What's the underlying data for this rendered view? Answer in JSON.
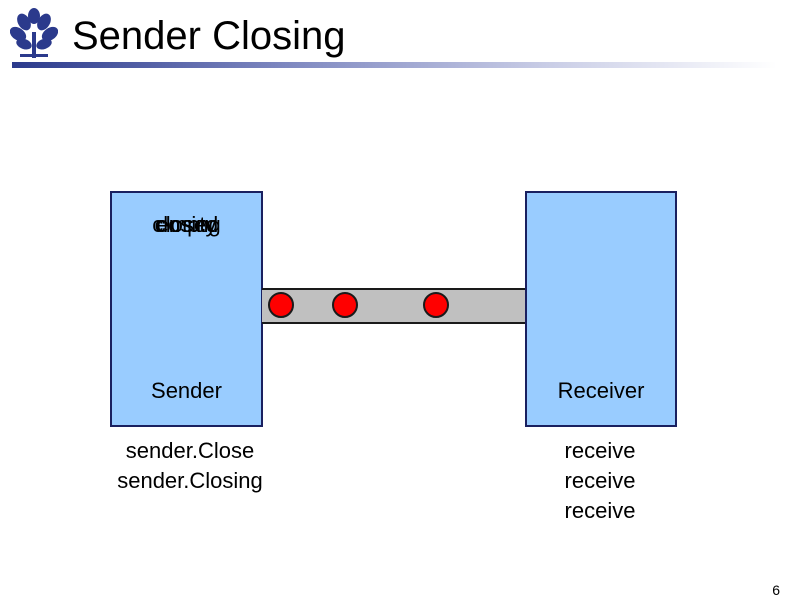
{
  "slide": {
    "title": "Sender Closing",
    "page_number": "6"
  },
  "sender": {
    "label": "Sender",
    "status_overlay": [
      "empty",
      "closed",
      "closing"
    ],
    "calls": [
      "sender.Close",
      "sender.Closing"
    ]
  },
  "receiver": {
    "label": "Receiver",
    "calls": [
      "receive",
      "receive",
      "receive"
    ]
  },
  "channel": {
    "message_count": 3
  },
  "colors": {
    "box_fill": "#99ccff",
    "box_border": "#1a2060",
    "channel_fill": "#c0c0c0",
    "message_fill": "#ff0000",
    "logo": "#2b3a8c"
  },
  "icons": {
    "logo": "oak-leaf-crest-icon"
  }
}
